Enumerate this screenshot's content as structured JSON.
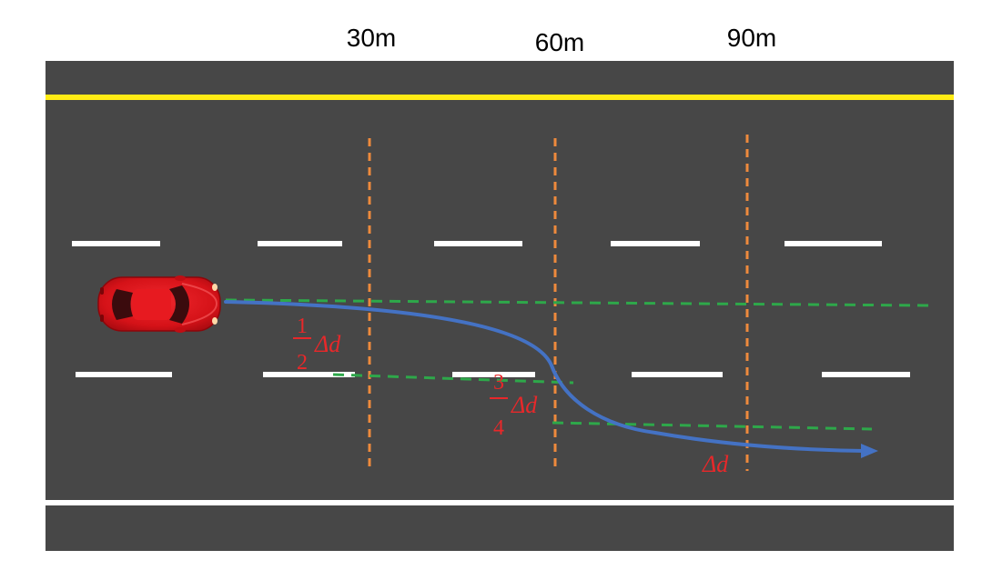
{
  "distance_labels": {
    "d30": "30m",
    "d60": "60m",
    "d90": "90m"
  },
  "fractions": {
    "half": {
      "numerator": "1",
      "denominator": "2",
      "symbol": "Δd"
    },
    "three_quarters": {
      "numerator": "3",
      "denominator": "4",
      "symbol": "Δd"
    },
    "full": {
      "symbol": "Δd"
    }
  },
  "colors": {
    "road": "#474747",
    "center_line": "#ffeb14",
    "lane_marking": "#ffffff",
    "marker_line": "#ee8a3c",
    "offset_line": "#2ea84a",
    "trajectory": "#4472c4",
    "annotation": "#e8282a",
    "car_body": "#d51218"
  },
  "icons": {
    "vehicle": "car-icon",
    "path_arrow": "arrow-head-icon"
  }
}
